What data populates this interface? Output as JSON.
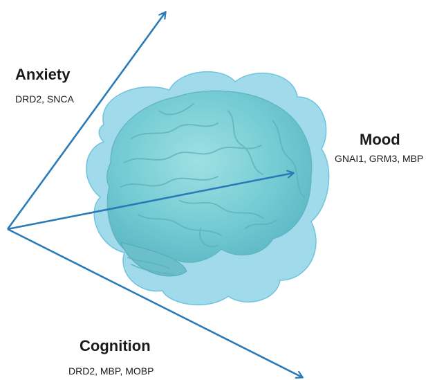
{
  "axes": [
    {
      "title": "Anxiety",
      "genes": "DRD2, SNCA"
    },
    {
      "title": "Mood",
      "genes": "GNAI1, GRM3, MBP"
    },
    {
      "title": "Cognition",
      "genes": "DRD2, MBP, MOBP"
    }
  ],
  "colors": {
    "arrow": "#2a7ab8",
    "cloud_fill": "#8fd3e8",
    "cloud_stroke": "#6fc4dd",
    "brain": "#6fc7cf"
  },
  "icons": {
    "brain": "brain-icon"
  }
}
